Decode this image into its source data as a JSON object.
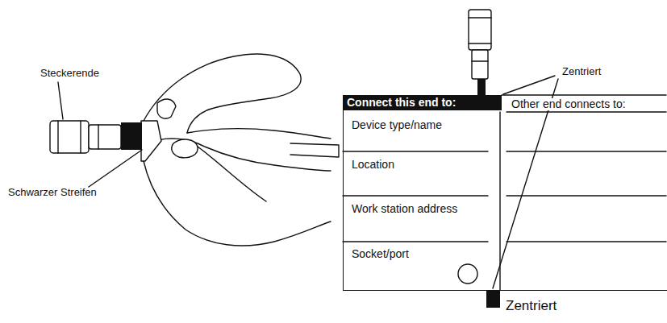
{
  "diagram": {
    "nodes": [
      {
        "text": [
          "Other end connects to:"
        ]
      },
      {
        "text": [
          "Connect this end to:"
        ],
        "in": 0
      }
    ],
    "labels": [
      "Steckerende",
      "Schwarzer Streifen",
      "Zentriert",
      "Zentriert",
      "Device type/name",
      "Location",
      "Work station address",
      "Socket/port"
    ]
  }
}
